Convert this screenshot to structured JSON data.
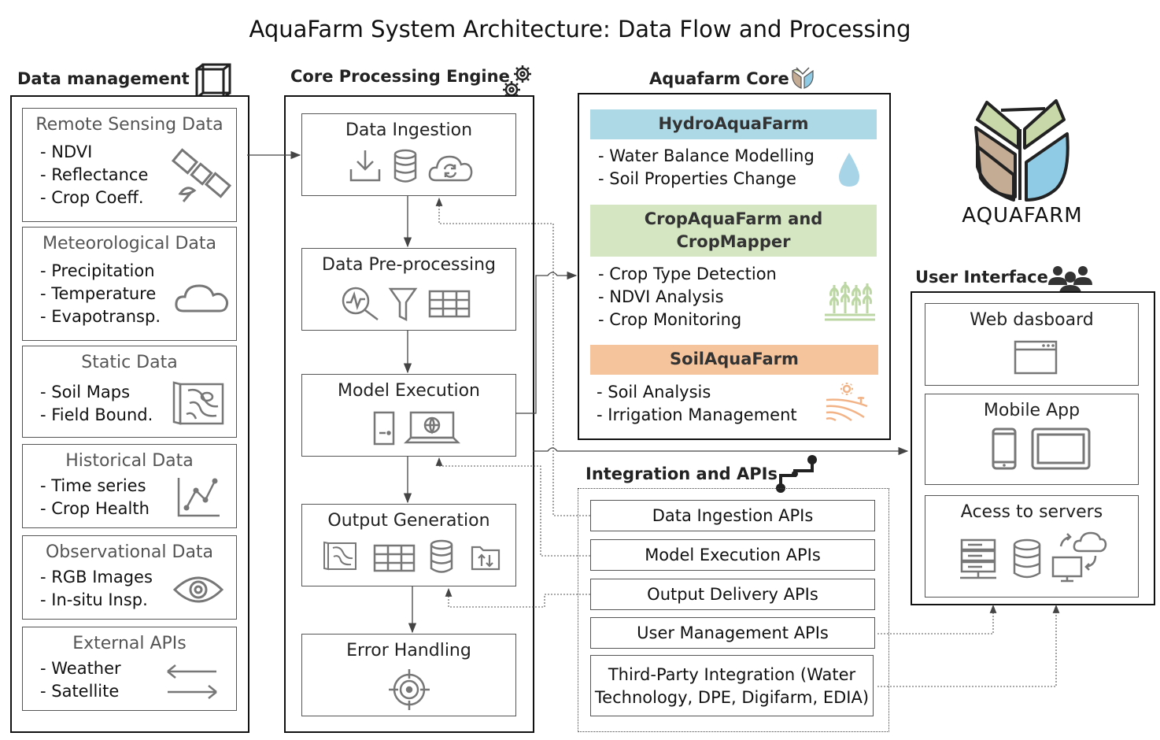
{
  "title": "AquaFarm System Architecture: Data Flow and Processing",
  "data_management": {
    "title": "Data management",
    "icon": "cube-icon",
    "sections": [
      {
        "title": "Remote Sensing Data",
        "items": [
          "- NDVI",
          "- Reflectance",
          "- Crop Coeff."
        ],
        "icon": "satellite-icon"
      },
      {
        "title": "Meteorological Data",
        "items": [
          "- Precipitation",
          "- Temperature",
          "- Evapotransp."
        ],
        "icon": "cloud-icon"
      },
      {
        "title": "Static Data",
        "items": [
          "- Soil Maps",
          "- Field Bound."
        ],
        "icon": "map-icon"
      },
      {
        "title": "Historical Data",
        "items": [
          "- Time series",
          "- Crop Health"
        ],
        "icon": "line-chart-icon"
      },
      {
        "title": "Observational Data",
        "items": [
          "- RGB Images",
          "- In-situ Insp."
        ],
        "icon": "eye-icon"
      },
      {
        "title": "External APIs",
        "items": [
          "- Weather",
          "- Satellite"
        ],
        "icon": "exchange-arrows-icon"
      }
    ]
  },
  "core_engine": {
    "title": "Core Processing Engine",
    "icon": "gears-icon",
    "steps": [
      {
        "title": "Data Ingestion",
        "icons": [
          "download-icon",
          "database-icon",
          "cloud-sync-icon"
        ]
      },
      {
        "title": "Data Pre-processing",
        "icons": [
          "analysis-icon",
          "filter-icon",
          "table-icon"
        ]
      },
      {
        "title": "Model Execution",
        "icons": [
          "server-icon",
          "laptop-globe-icon"
        ]
      },
      {
        "title": "Output Generation",
        "icons": [
          "map-icon",
          "table-icon",
          "database-icon",
          "folder-transfer-icon"
        ]
      },
      {
        "title": "Error Handling",
        "icons": [
          "target-icon"
        ]
      }
    ]
  },
  "aquafarm_core": {
    "title": "Aquafarm Core",
    "icon": "aquafarm-leaf-icon",
    "modules": [
      {
        "name": "HydroAquaFarm",
        "color": "#add8e6",
        "items": [
          "- Water Balance Modelling",
          "- Soil Properties Change"
        ],
        "icon": "water-drop-icon"
      },
      {
        "name": "CropAquaFarm and CropMapper",
        "color": "#d5e6c3",
        "items": [
          "- Crop Type Detection",
          "- NDVI Analysis",
          "- Crop Monitoring"
        ],
        "icon": "wheat-icon"
      },
      {
        "name": "SoilAquaFarm",
        "color": "#f6c49c",
        "items": [
          "- Soil Analysis",
          "- Irrigation Management"
        ],
        "icon": "field-sun-icon"
      }
    ]
  },
  "logo": {
    "text": "AQUAFARM",
    "colors": [
      "#c9d8a8",
      "#c4ac94",
      "#8fcbe4"
    ]
  },
  "user_interface": {
    "title": "User Interface",
    "icon": "users-icon",
    "items": [
      {
        "title": "Web dasboard",
        "icons": [
          "browser-window-icon"
        ]
      },
      {
        "title": "Mobile App",
        "icons": [
          "phone-icon",
          "tablet-icon"
        ]
      },
      {
        "title": "Acess to servers",
        "icons": [
          "server-rack-icon",
          "database-icon",
          "cloud-computer-icon"
        ]
      }
    ]
  },
  "integration": {
    "title": "Integration and APIs",
    "icon": "connector-icon",
    "apis": [
      "Data Ingestion APIs",
      "Model Execution APIs",
      "Output Delivery APIs",
      "User Management APIs",
      "Third-Party Integration (Water Technology, DPE, Digifarm, EDIA)"
    ],
    "third_party_lines": [
      "Third-Party Integration (Water",
      "Technology, DPE, Digifarm, EDIA)"
    ]
  },
  "colors": {
    "hydro": "#add8e6",
    "crop": "#d5e6c3",
    "soil": "#f6c49c",
    "icon_grey": "#777777",
    "border": "#111111"
  }
}
